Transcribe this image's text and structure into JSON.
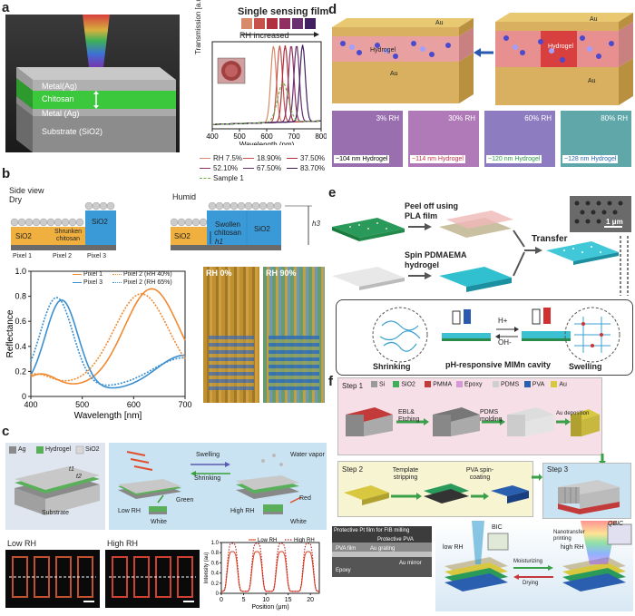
{
  "panel_labels": [
    "a",
    "b",
    "c",
    "d",
    "e",
    "f"
  ],
  "panel_a": {
    "layers": [
      "Metal(Ag)",
      "Chitosan",
      "Metal (Ag)",
      "Substrate (SiO2)"
    ],
    "chart_title": "Single sensing film",
    "rh_arrow_label": "RH increased",
    "chart_data": {
      "type": "line",
      "xlabel": "Wavelength (nm)",
      "ylabel": "Transmission [a.u.]",
      "xlim": [
        400,
        800
      ],
      "xticks": [
        "400",
        "500",
        "600",
        "700",
        "800"
      ],
      "series": [
        {
          "name": "RH 7.5%",
          "color": "#d98a6a",
          "peak": 625
        },
        {
          "name": "18.90%",
          "color": "#c8504a",
          "peak": 648
        },
        {
          "name": "37.50%",
          "color": "#b03040",
          "peak": 668
        },
        {
          "name": "52.10%",
          "color": "#903060",
          "peak": 690
        },
        {
          "name": "67.50%",
          "color": "#6a3070",
          "peak": 710
        },
        {
          "name": "83.70%",
          "color": "#402060",
          "peak": 732
        },
        {
          "name": "Sample 1",
          "color": "#6ab04a",
          "peak": 660
        }
      ]
    }
  },
  "panel_b": {
    "side_view": "Side view",
    "dry": "Dry",
    "humid": "Humid",
    "dry_cells": [
      "SiO2",
      "Shrunken chitosan",
      "SiO2"
    ],
    "humid_cells": [
      "SiO2",
      "Swollen chitosan",
      "SiO2"
    ],
    "pixels": [
      "Pixel 1",
      "Pixel 2",
      "Pixel 3"
    ],
    "h1": "h1",
    "h3": "h3",
    "image_labels": [
      "RH 0%",
      "RH 90%"
    ],
    "chart_data": {
      "type": "line",
      "xlabel": "Wavelength [nm]",
      "ylabel": "Reflectance",
      "xlim": [
        400,
        700
      ],
      "ylim": [
        0,
        1.0
      ],
      "xticks": [
        "400",
        "500",
        "600",
        "700"
      ],
      "yticks": [
        "0",
        "0.2",
        "0.4",
        "0.6",
        "0.8",
        "1.0"
      ],
      "series": [
        {
          "name": "Pixel 1",
          "color": "#f08a30"
        },
        {
          "name": "Pixel 3",
          "color": "#3a8fd0"
        },
        {
          "name": "Pixel 2 (RH 40%)",
          "color": "#f08a30"
        },
        {
          "name": "Pixel 2 (RH 65%)",
          "color": "#3a8fd0"
        }
      ]
    }
  },
  "panel_c": {
    "legend": [
      "Ag",
      "Hydrogel",
      "SiO2"
    ],
    "t_labels": [
      "t1",
      "t2"
    ],
    "substrate": "Substrate",
    "swelling": "Swelling",
    "shrinking": "Shrinking",
    "green": "Green",
    "water_vapor": "Water vapor",
    "red": "Red",
    "white": "White",
    "low_rh": "Low RH",
    "high_rh": "High RH",
    "chart_data": {
      "type": "line",
      "xlabel": "Position (μm)",
      "ylabel": "Intensity (au)",
      "xlim": [
        0,
        22
      ],
      "ylim": [
        0,
        1.0
      ],
      "xticks": [
        "0",
        "5",
        "10",
        "15",
        "20"
      ],
      "yticks": [
        "0",
        "0.2",
        "0.4",
        "0.6",
        "0.8",
        "1.0"
      ],
      "series": [
        {
          "name": "Low RH",
          "color": "#e05030"
        },
        {
          "name": "High RH",
          "color": "#c02020"
        }
      ]
    }
  },
  "panel_d": {
    "au": "Au",
    "hydrogel": "Hydrogel",
    "rh_labels": [
      "3% RH",
      "30% RH",
      "60% RH",
      "80% RH"
    ],
    "thickness": [
      "~104 nm Hydrogel",
      "~114 nm Hydrogel",
      "~120 nm Hydrogel",
      "~128 nm Hydrogel"
    ],
    "swatch_colors": [
      "#9a6fb0",
      "#b07ab8",
      "#8e7cc0",
      "#5fa7a8"
    ],
    "thickness_colors": [
      "#000000",
      "#c0304a",
      "#2a9a4a",
      "#2a6ab0"
    ]
  },
  "panel_e": {
    "peel_off": "Peel off using PLA film",
    "spin": "Spin PDMAEMA hydrogel",
    "transfer": "Transfer",
    "scale": "1 μm",
    "h_plus": "H+",
    "oh_minus": "OH-",
    "shrinking": "Shrinking",
    "swelling": "Swelling",
    "cavity": "pH-responsive MIMn cavity"
  },
  "panel_f": {
    "legend": [
      "Si",
      "SiO2",
      "PMMA",
      "Epoxy",
      "PDMS",
      "PVA",
      "Au"
    ],
    "legend_colors": [
      "#9a9a9a",
      "#3fae5a",
      "#c23a3a",
      "#d59ad5",
      "#cfcfcf",
      "#2a5fb0",
      "#d8c840"
    ],
    "step1": "Step 1",
    "step1_labels": [
      "EBL& Etching",
      "PDMS molding",
      "Au deposition"
    ],
    "step2": "Step 2",
    "step2_labels": [
      "Template stripping",
      "PVA spin-coating"
    ],
    "step3": "Step 3",
    "sem_labels": [
      "Protective Pt film for FIB milling",
      "Protective PVA",
      "PVA film",
      "Au grating",
      "Au mirror",
      "Epoxy"
    ],
    "nanotransfer": "Nanotransfer printing",
    "bic": "BIC",
    "qbic": "QBIC",
    "low_rh": "low RH",
    "high_rh": "high RH",
    "moisturizing": "Moisturizing",
    "drying": "Drying"
  }
}
